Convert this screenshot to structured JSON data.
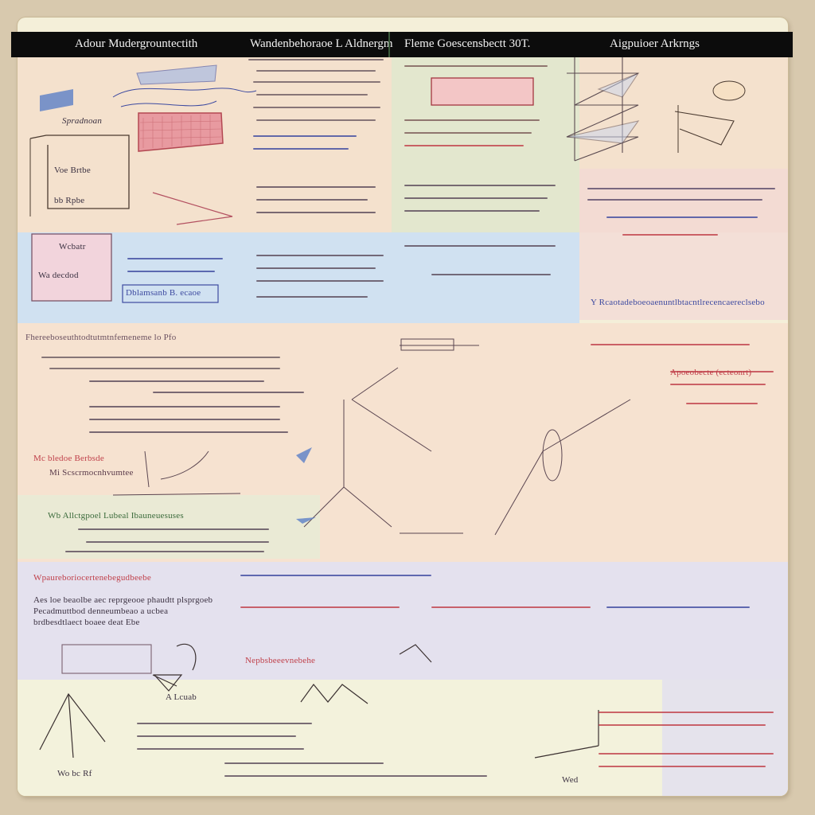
{
  "header": {
    "cells": [
      "Adour Mudergrountectith",
      "Wandenbehoraoe L Aldnergm",
      "Fleme Goescensbectt 30T.",
      "Aigpuioer Arkrngs"
    ]
  },
  "labels": {
    "sketch_caption": "Spradnoan",
    "box_top_left_1": "Voe Brtbe",
    "box_top_left_2": "bb  Rpbe",
    "box_blue_1": "Wcbatr",
    "box_blue_2": "Wa decdod",
    "box_blue_3": "Dblamsanb B. ecaoe",
    "mid_left_heading": "Fhereeboseuthtodtutmtnfemeneme lo Pfo",
    "mid_left_red_1": "Mc bledoe Berbsde",
    "mid_left_red_2": "Mi Scscrmocnhvumtee",
    "green_heading": "Wb Allctgpoel Lubeal Ibauneuesuses",
    "lilac_heading": "Wpaureboriocertenebegudbeebe",
    "lilac_line_1": "Aes loe beaolbe aec reprgeooe phaudtt plsprgoeb",
    "lilac_line_2": "Pecadmuttbod denneumbeao a ucbea",
    "lilac_line_3": "brdbesdtlaect boaee deat Ebe",
    "lilac_red_box": "Nepbsbeeevnebehe",
    "right_sketch_label": "Y Rcaotadeboeoaenuntlbtacntlrecencaereclsebo",
    "right_red_1": "Apoeobecte   (ecteonrt)",
    "bottom_right_label": "Wed",
    "bottom_left_nums": "Wo  bc  Rf",
    "pointer_label": "A  Lcuab"
  },
  "colors": {
    "band_peach": "#f3dcc9",
    "band_blue": "#cfe0f3",
    "band_green": "#dcecd2",
    "band_lilac": "#e2def0",
    "band_cream": "#f1efd6",
    "ink_blue": "#3d4aa0",
    "ink_red": "#c0404a",
    "ink_dark": "#3a3040"
  }
}
